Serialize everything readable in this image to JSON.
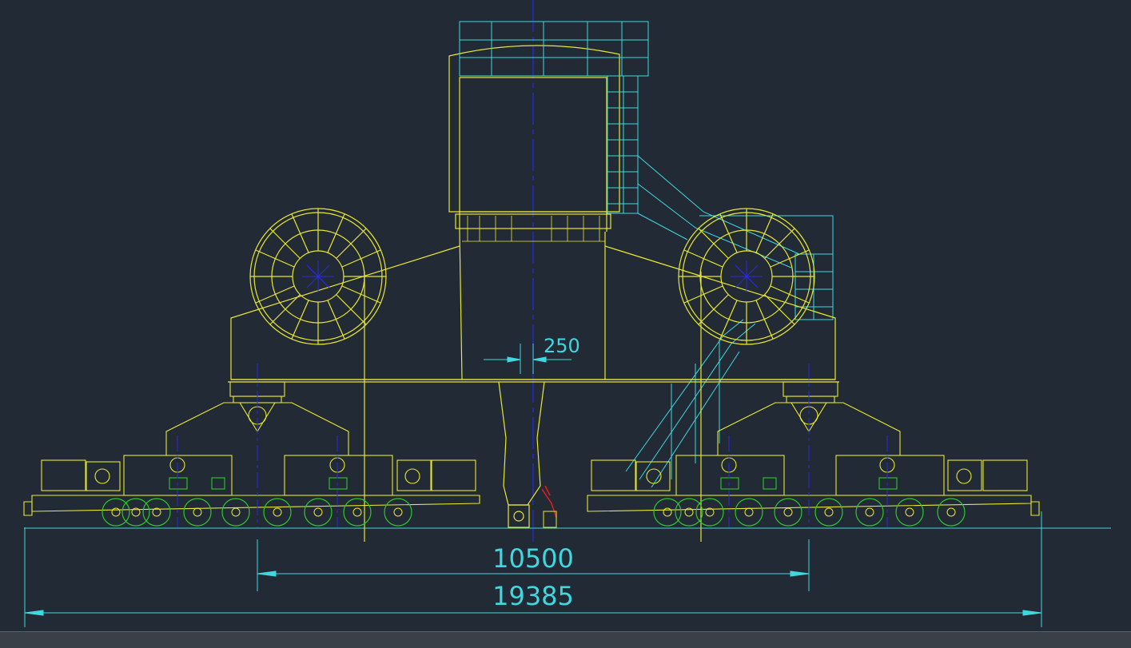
{
  "colors": {
    "background": "#222a35",
    "structure": "#e8e832",
    "dimension": "#3fd8e0",
    "centerline": "#2a2ae8",
    "wheel": "#2ec82e",
    "accent_red": "#e02020"
  },
  "dimensions": {
    "offset": "250",
    "inner_span": "10500",
    "overall_span": "19385"
  }
}
